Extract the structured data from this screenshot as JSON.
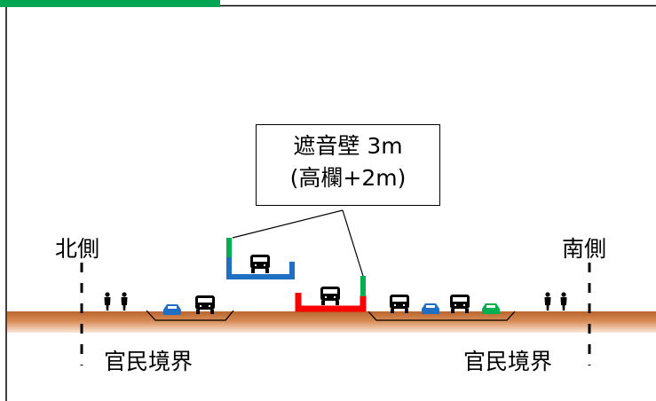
{
  "callout": {
    "line1": "遮音壁 3m",
    "line2": "(高欄+2m)"
  },
  "labels": {
    "north": "北側",
    "south": "南側",
    "boundary_left": "官民境界",
    "boundary_right": "官民境界"
  },
  "colors": {
    "header_bar": "#00a651",
    "ground": "#c87137",
    "viaduct_upper": "#1f6fc5",
    "viaduct_lower": "#ff0000",
    "noise_wall": "#00b050",
    "car_blue": "#1f6fc5",
    "car_green": "#00b050",
    "truck": "#000000"
  },
  "icons": [
    "truck-icon",
    "car-icon",
    "pedestrians-icon"
  ]
}
